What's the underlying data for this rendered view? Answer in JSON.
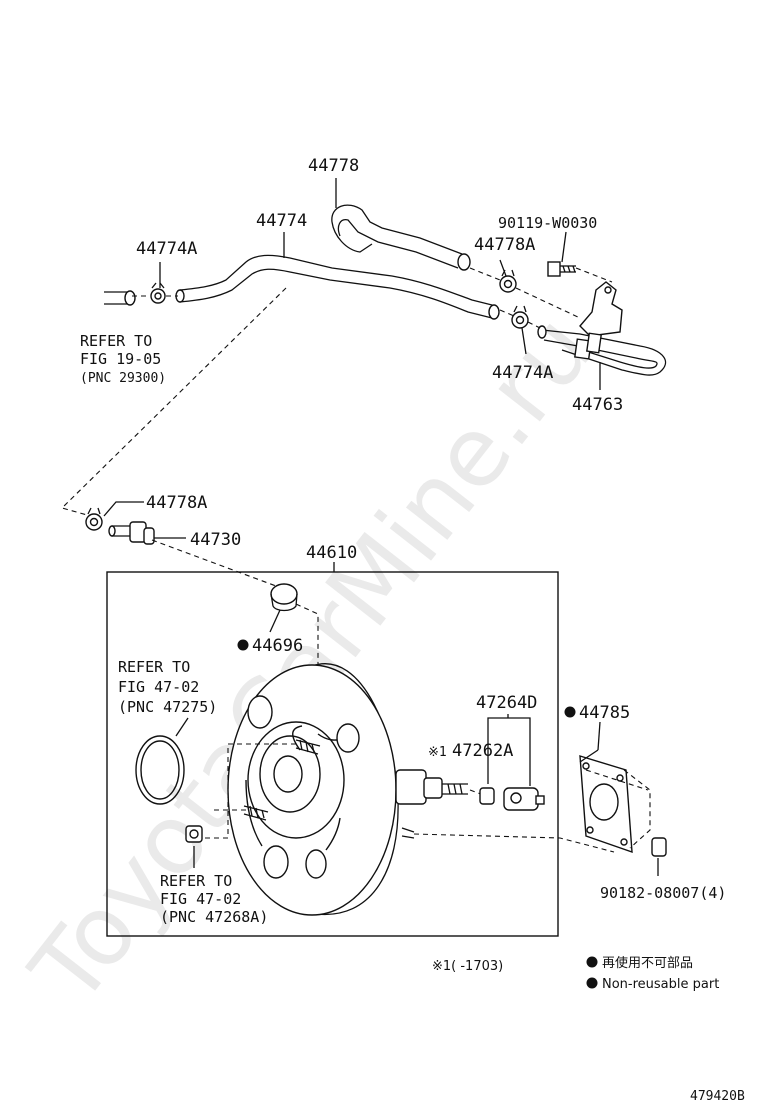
{
  "watermark": "ToyotaCarMine.ru",
  "figure_id": "479420B",
  "parts": {
    "p44778_top": "44778",
    "p44774": "44774",
    "p44774a_left": "44774A",
    "p90119": "90119-W0030",
    "p44778a_right": "44778A",
    "p44774a_right": "44774A",
    "p44763": "44763",
    "p44778a_mid": "44778A",
    "p44730": "44730",
    "p44610": "44610",
    "p44696": "44696",
    "p47264d": "47264D",
    "p47262a": "47262A",
    "p44785": "44785",
    "p90182": "90182-08007(4)"
  },
  "refs": {
    "ref1": {
      "line1": "REFER TO",
      "line2": "FIG 19-05",
      "line3": "(PNC 29300)"
    },
    "ref2": {
      "line1": "REFER TO",
      "line2": "FIG 47-02",
      "line3": "(PNC 47275)"
    },
    "ref3": {
      "line1": "REFER TO",
      "line2": "FIG 47-02",
      "line3": "(PNC 47268A)"
    }
  },
  "footnote_mark": "※1",
  "footnote_text": "※1(    -1703)",
  "legend": {
    "jp": "再使用不可部品",
    "en": "Non-reusable part"
  }
}
